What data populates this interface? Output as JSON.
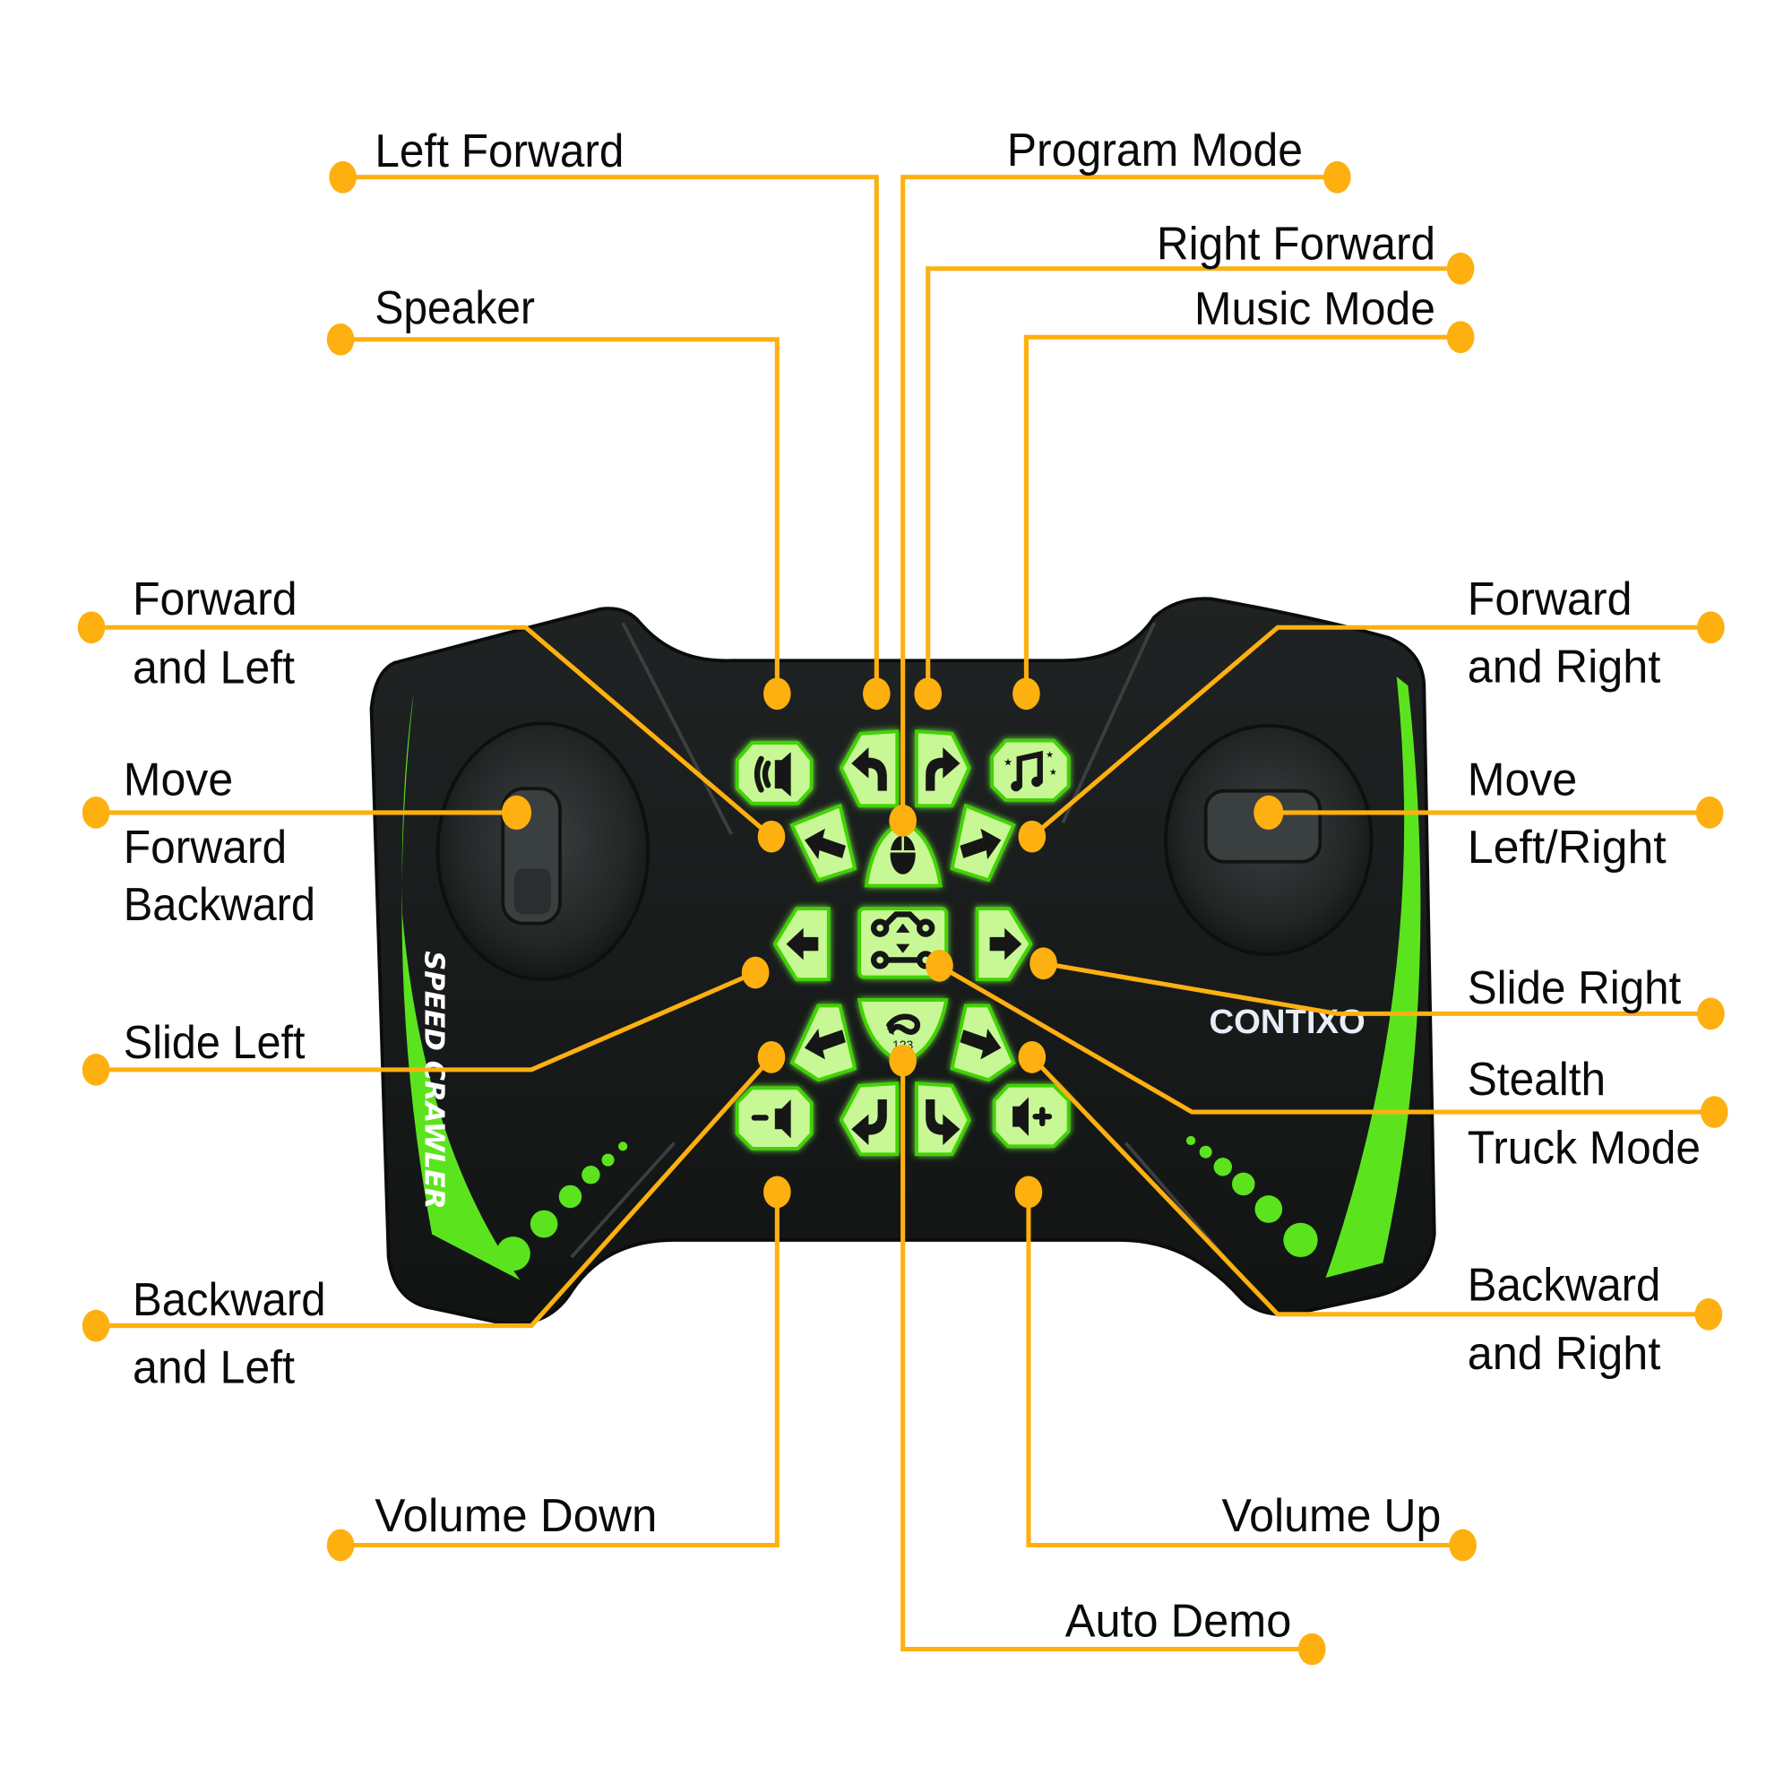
{
  "product": {
    "model_name": "SPEED CRAWLER",
    "brand": "CONTIXO",
    "colors": {
      "callout": "#FDB010",
      "button_fill": "#C8F896",
      "button_glow": "#3FD400",
      "body": "#1C1E1E",
      "accent_stripe": "#5BE41E"
    }
  },
  "buttons": {
    "speaker": "speaker-icon",
    "left_forward": "curved-arrow-up-left-icon",
    "right_forward": "curved-arrow-up-right-icon",
    "music_mode": "music-note-icon",
    "forward_left": "arrow-up-left-icon",
    "program_mode": "mouse-icon",
    "forward_right": "arrow-up-right-icon",
    "slide_left": "arrow-left-icon",
    "stealth_truck_mode": "truck-transform-icon",
    "slide_right": "arrow-right-icon",
    "backward_left": "arrow-down-left-icon",
    "auto_demo": "loop-path-icon",
    "auto_demo_sublabel": "123",
    "backward_right": "arrow-down-right-icon",
    "volume_down": "volume-down-icon",
    "left_backward": "curved-arrow-down-left-icon",
    "right_backward": "curved-arrow-down-right-icon",
    "volume_up": "volume-up-icon"
  },
  "callouts": {
    "left_forward": "Left Forward",
    "speaker": "Speaker",
    "program_mode": "Program Mode",
    "right_forward": "Right Forward",
    "music_mode": "Music Mode",
    "forward_left": [
      "Forward",
      "and Left"
    ],
    "move_fb": [
      "Move",
      "Forward",
      "Backward"
    ],
    "slide_left": "Slide Left",
    "backward_left": [
      "Backward",
      "and Left"
    ],
    "volume_down": "Volume Down",
    "auto_demo": "Auto Demo",
    "volume_up": "Volume Up",
    "forward_right": [
      "Forward",
      "and Right"
    ],
    "move_lr": [
      "Move",
      "Left/Right"
    ],
    "slide_right": "Slide Right",
    "stealth": [
      "Stealth",
      "Truck Mode"
    ],
    "backward_right": [
      "Backward",
      "and Right"
    ]
  }
}
